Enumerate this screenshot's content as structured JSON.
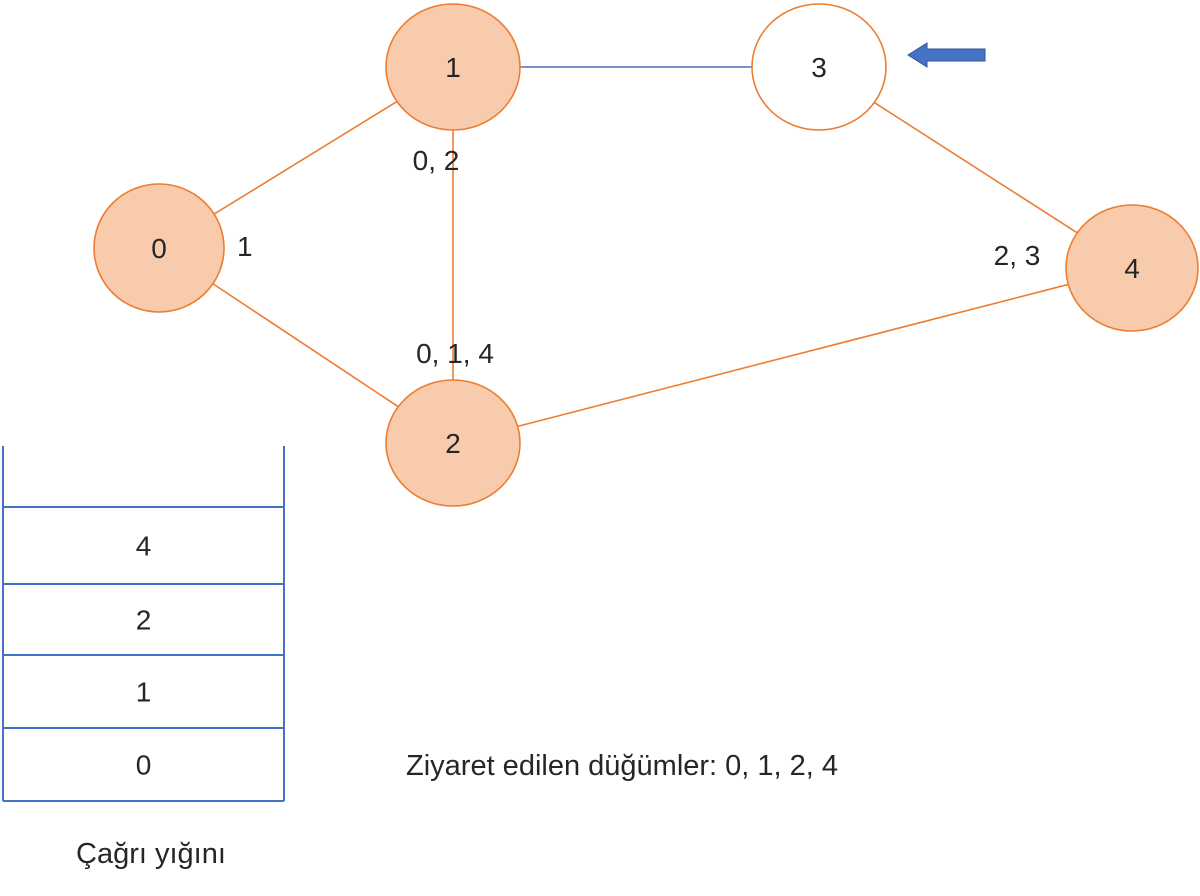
{
  "colors": {
    "edge_orange": "#ED7D31",
    "edge_blue": "#4472C4",
    "node_fill_visited": "#F8CBAD",
    "node_fill_unvisited": "#FFFFFF",
    "node_stroke": "#ED7D31",
    "stack_line": "#4472C4",
    "arrow_fill": "#4472C4",
    "text": "#262626"
  },
  "graph": {
    "nodes": [
      {
        "id": "0",
        "label": "0",
        "visited": true
      },
      {
        "id": "1",
        "label": "1",
        "visited": true
      },
      {
        "id": "2",
        "label": "2",
        "visited": true
      },
      {
        "id": "3",
        "label": "3",
        "visited": false
      },
      {
        "id": "4",
        "label": "4",
        "visited": true
      }
    ],
    "edges": [
      {
        "from": "0",
        "to": "1",
        "color": "orange"
      },
      {
        "from": "0",
        "to": "2",
        "color": "orange"
      },
      {
        "from": "1",
        "to": "2",
        "color": "orange"
      },
      {
        "from": "1",
        "to": "3",
        "color": "blue"
      },
      {
        "from": "3",
        "to": "4",
        "color": "orange"
      },
      {
        "from": "2",
        "to": "4",
        "color": "orange"
      }
    ],
    "adjacency_labels": {
      "0": "1",
      "1": "0, 2",
      "2": "0, 1, 4",
      "4": "2, 3"
    },
    "pointer": {
      "target": "3",
      "icon": "left-arrow-icon"
    }
  },
  "stack": {
    "title": "Çağrı yığını",
    "items_top_to_bottom": [
      "4",
      "2",
      "1",
      "0"
    ]
  },
  "visited": {
    "text": "Ziyaret edilen düğümler: 0, 1, 2, 4"
  }
}
